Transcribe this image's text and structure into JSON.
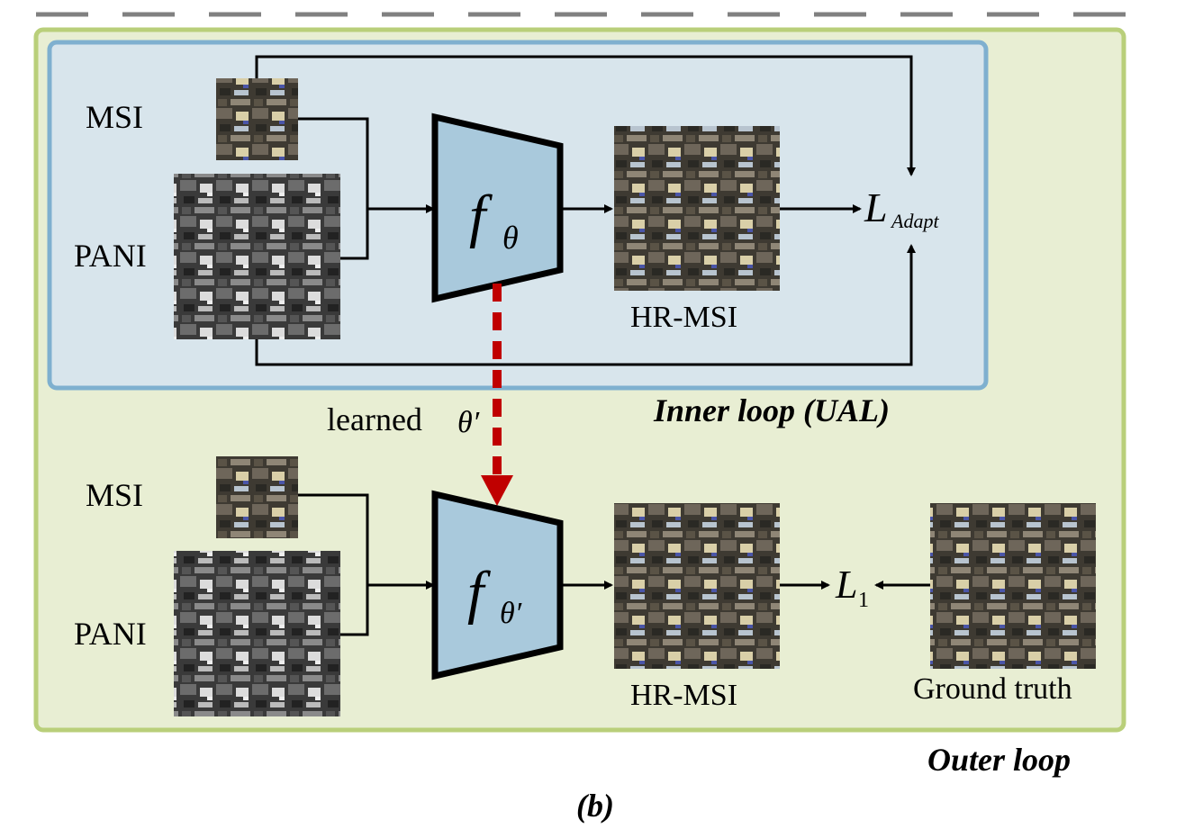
{
  "figure": {
    "caption": "(b)",
    "colors": {
      "outer_fill": "#e8eed3",
      "outer_border": "#b9cf7a",
      "inner_fill": "#d8e5ec",
      "inner_border": "#7fb0cf",
      "network_fill": "#a9c9dc",
      "transfer_arrow": "#c00000"
    }
  },
  "inner_loop": {
    "title": "Inner loop (UAL)",
    "msi_label": "MSI",
    "pan_label": "PANI",
    "network_symbol": "f",
    "network_subscript": "θ",
    "output_label": "HR-MSI",
    "loss_symbol": "L",
    "loss_subscript": "Adapt"
  },
  "transfer": {
    "text": "learned",
    "symbol": "θ′"
  },
  "outer_loop": {
    "title": "Outer loop",
    "msi_label": "MSI",
    "pan_label": "PANI",
    "network_symbol": "f",
    "network_subscript": "θ′",
    "output_label": "HR-MSI",
    "loss_symbol": "L",
    "loss_subscript": "1",
    "ground_truth_label": "Ground truth"
  }
}
